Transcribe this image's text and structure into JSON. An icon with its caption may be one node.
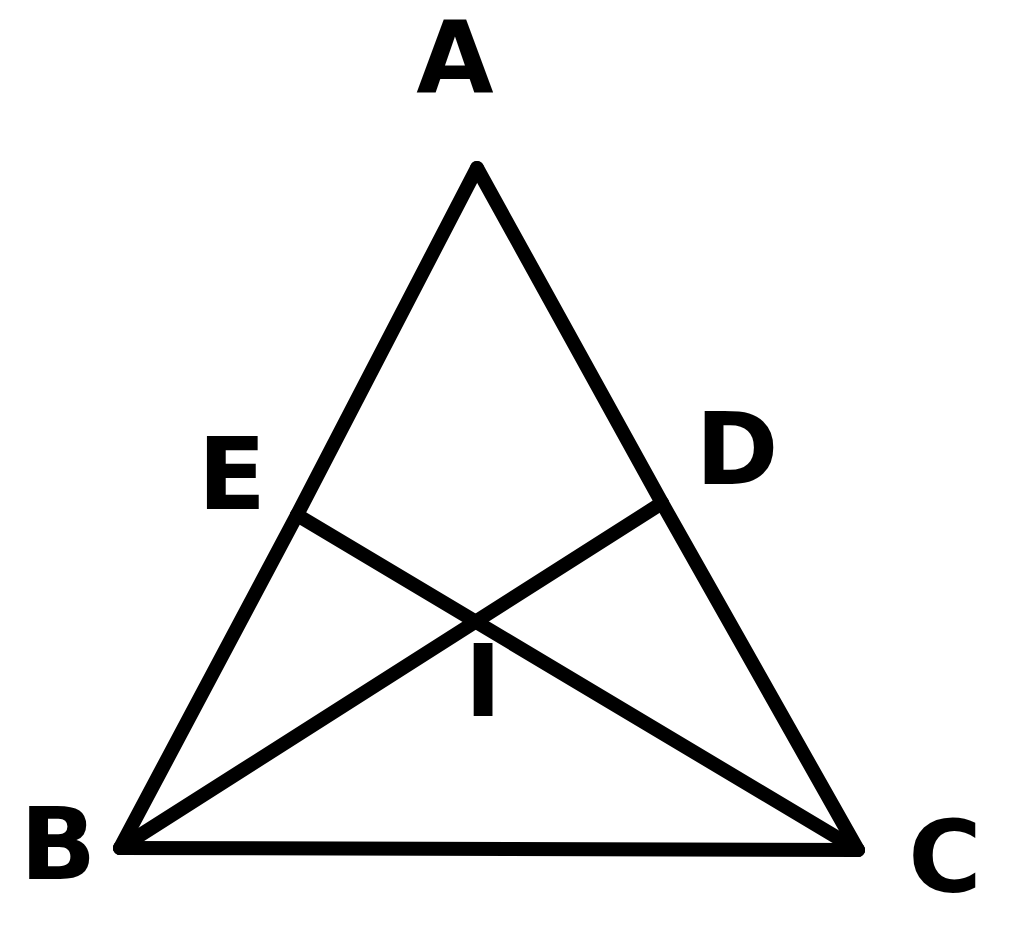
{
  "diagram": {
    "nodes": [
      {
        "text": [
          "A"
        ]
      },
      {
        "text": [
          "B"
        ]
      },
      {
        "text": [
          "C"
        ]
      },
      {
        "text": [
          "D"
        ]
      },
      {
        "text": [
          "E"
        ]
      }
    ],
    "edges": [
      {
        "from": 0,
        "to": 4,
        "arrow": "none"
      },
      {
        "from": 4,
        "to": 1,
        "arrow": "none"
      },
      {
        "from": 0,
        "to": 3,
        "arrow": "none"
      },
      {
        "from": 3,
        "to": 2,
        "arrow": "none"
      },
      {
        "from": 1,
        "to": 2,
        "arrow": "none"
      },
      {
        "from": 1,
        "to": 3,
        "arrow": "none"
      },
      {
        "from": 2,
        "to": 4,
        "arrow": "none"
      }
    ],
    "labels": [
      "I"
    ]
  }
}
